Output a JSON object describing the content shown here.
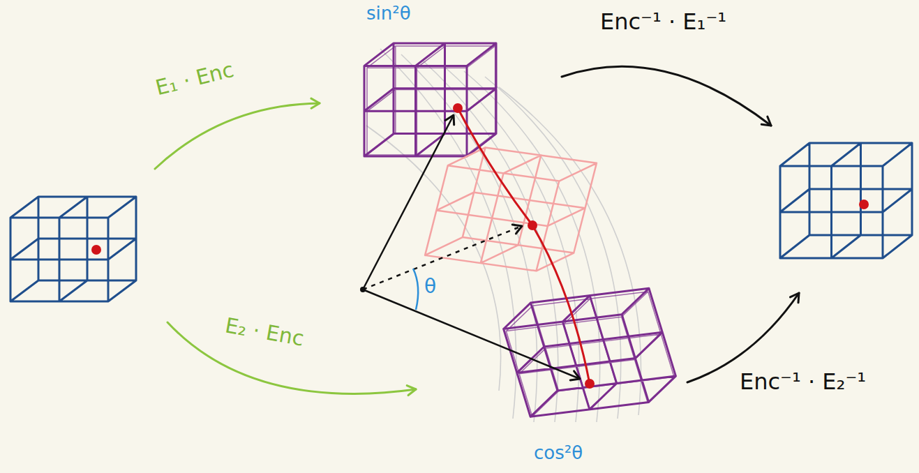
{
  "diagram": {
    "nodes": [
      {
        "text": [
          "sin²θ"
        ]
      },
      {
        "text": [
          "cos²θ"
        ]
      }
    ],
    "labels": [
      "E₁ · Enc",
      "E₂ · Enc",
      "Enc⁻¹ · E₁⁻¹",
      "Enc⁻¹ · E₂⁻¹",
      "θ"
    ]
  }
}
